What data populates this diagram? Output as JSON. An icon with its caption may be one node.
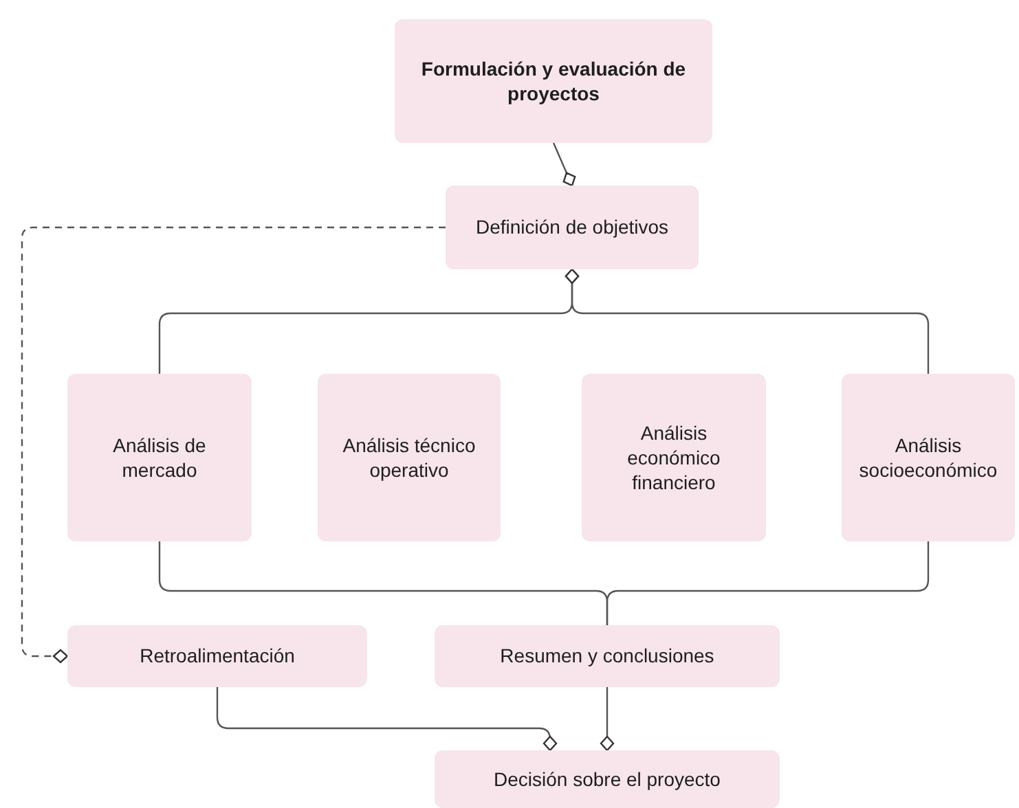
{
  "diagram": {
    "nodes": [
      {
        "text": [
          "Formulación y evaluación de proyectos"
        ]
      },
      {
        "text": [
          "Definición de objetivos"
        ]
      },
      {
        "text": [
          "Análisis de mercado"
        ]
      },
      {
        "text": [
          "Análisis técnico operativo"
        ]
      },
      {
        "text": [
          "Análisis económico financiero"
        ]
      },
      {
        "text": [
          "Análisis socioeconómico"
        ]
      },
      {
        "text": [
          "Retroalimentación"
        ]
      },
      {
        "text": [
          "Resumen y conclusiones"
        ]
      },
      {
        "text": [
          "Decisión sobre el proyecto"
        ]
      }
    ],
    "edges": [
      {
        "from": 0,
        "to": 1,
        "arrow": "other"
      },
      {
        "from": 2,
        "to": 1,
        "arrow": "other"
      },
      {
        "from": 5,
        "to": 1,
        "arrow": "other"
      },
      {
        "from": 2,
        "to": 7,
        "arrow": "none"
      },
      {
        "from": 5,
        "to": 7,
        "arrow": "none"
      },
      {
        "from": 1,
        "to": 6,
        "arrow": "other",
        "style": "dashed"
      },
      {
        "from": 6,
        "to": 8,
        "arrow": "other"
      },
      {
        "from": 7,
        "to": 8,
        "arrow": "other"
      }
    ]
  }
}
